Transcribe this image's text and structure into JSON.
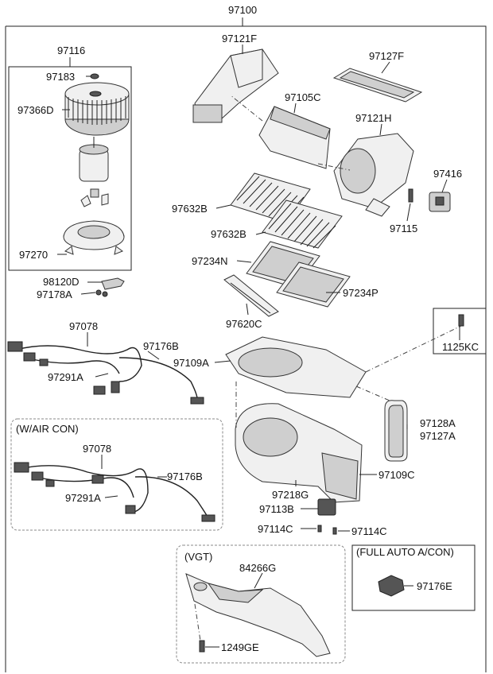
{
  "diagram": {
    "main_assembly": "97100",
    "labels": [
      {
        "id": "p97116",
        "text": "97116"
      },
      {
        "id": "p97183",
        "text": "97183"
      },
      {
        "id": "p97366d",
        "text": "97366D"
      },
      {
        "id": "p97270",
        "text": "97270"
      },
      {
        "id": "p98120d",
        "text": "98120D"
      },
      {
        "id": "p97178a",
        "text": "97178A"
      },
      {
        "id": "p97121f",
        "text": "97121F"
      },
      {
        "id": "p97127f",
        "text": "97127F"
      },
      {
        "id": "p97105c",
        "text": "97105C"
      },
      {
        "id": "p97121h",
        "text": "97121H"
      },
      {
        "id": "p97416",
        "text": "97416"
      },
      {
        "id": "p97632b1",
        "text": "97632B"
      },
      {
        "id": "p97632b2",
        "text": "97632B"
      },
      {
        "id": "p97115",
        "text": "97115"
      },
      {
        "id": "p97234n",
        "text": "97234N"
      },
      {
        "id": "p97234p",
        "text": "97234P"
      },
      {
        "id": "p97620c",
        "text": "97620C"
      },
      {
        "id": "p1125kc",
        "text": "1125KC"
      },
      {
        "id": "p97078a",
        "text": "97078"
      },
      {
        "id": "p97176ba",
        "text": "97176B"
      },
      {
        "id": "p97109a",
        "text": "97109A"
      },
      {
        "id": "p97291aa",
        "text": "97291A"
      },
      {
        "id": "p97128a",
        "text": "97128A"
      },
      {
        "id": "p97127a",
        "text": "97127A"
      },
      {
        "id": "p97109c",
        "text": "97109C"
      },
      {
        "id": "p97218g",
        "text": "97218G"
      },
      {
        "id": "p97113b",
        "text": "97113B"
      },
      {
        "id": "p97114c1",
        "text": "97114C"
      },
      {
        "id": "p97114c2",
        "text": "97114C"
      },
      {
        "id": "p97078b",
        "text": "97078"
      },
      {
        "id": "p97176bb",
        "text": "97176B"
      },
      {
        "id": "p97291ab",
        "text": "97291A"
      },
      {
        "id": "p84266g",
        "text": "84266G"
      },
      {
        "id": "p1249ge",
        "text": "1249GE"
      },
      {
        "id": "p97176e",
        "text": "97176E"
      }
    ],
    "captions": {
      "w_air_con": "(W/AIR CON)",
      "vgt": "(VGT)",
      "full_auto": "(FULL AUTO A/CON)"
    }
  }
}
